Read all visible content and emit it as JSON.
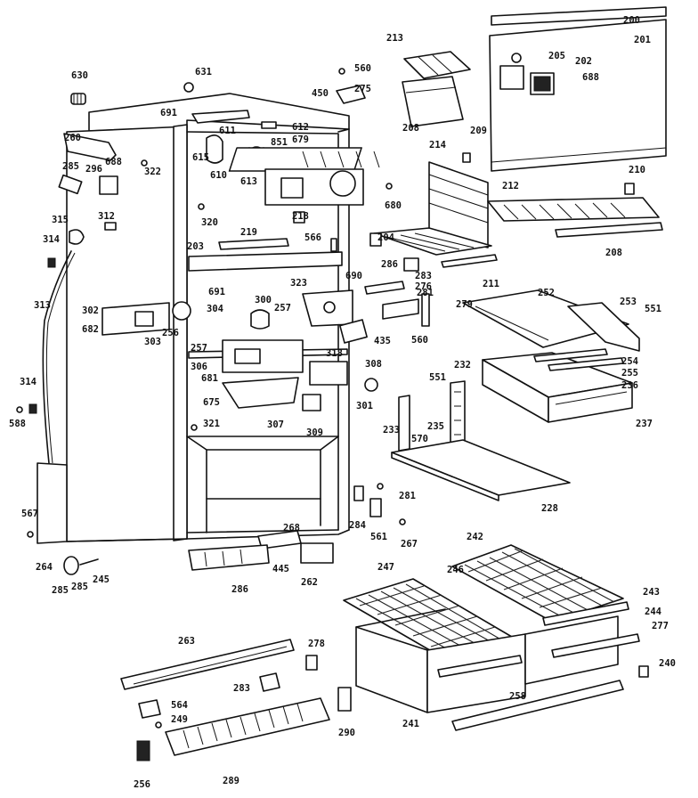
{
  "labels": [
    "200",
    "201",
    "205",
    "202",
    "688",
    "213",
    "560",
    "275",
    "450",
    "214",
    "209",
    "630",
    "631",
    "691",
    "611",
    "612",
    "679",
    "208",
    "260",
    "296",
    "688",
    "322",
    "285",
    "615",
    "610",
    "613",
    "851",
    "680",
    "212",
    "210",
    "218",
    "315",
    "312",
    "320",
    "314",
    "219",
    "566",
    "204",
    "286",
    "208",
    "203",
    "283",
    "211",
    "691",
    "690",
    "323",
    "276",
    "281",
    "252",
    "253",
    "313",
    "302",
    "300",
    "304",
    "257",
    "279",
    "551",
    "682",
    "303",
    "256",
    "435",
    "257",
    "560",
    "254",
    "255",
    "236",
    "306",
    "318",
    "308",
    "681",
    "301",
    "232",
    "551",
    "314",
    "675",
    "588",
    "321",
    "233",
    "570",
    "235",
    "237",
    "309",
    "307",
    "228",
    "281",
    "567",
    "284",
    "285",
    "268",
    "286",
    "445",
    "262",
    "561",
    "267",
    "264",
    "285",
    "245",
    "242",
    "247",
    "246",
    "243",
    "244",
    "277",
    "263",
    "278",
    "283",
    "564",
    "249",
    "240",
    "241",
    "258",
    "289",
    "290",
    "256"
  ]
}
